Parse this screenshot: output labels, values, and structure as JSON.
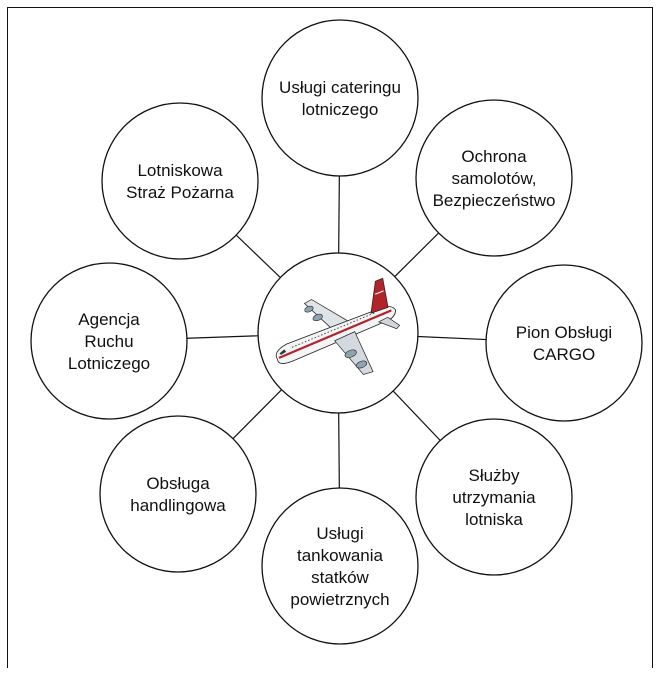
{
  "hub": {
    "icon": "airplane-icon"
  },
  "nodes": [
    {
      "id": "catering",
      "lines": [
        "Usługi cateringu",
        "lotniczego"
      ]
    },
    {
      "id": "security",
      "lines": [
        "Ochrona",
        "samolotów,",
        "Bezpieczeństwo"
      ]
    },
    {
      "id": "cargo",
      "lines": [
        "Pion Obsługi",
        "CARGO"
      ]
    },
    {
      "id": "maintenance",
      "lines": [
        "Służby",
        "utrzymania",
        "lotniska"
      ]
    },
    {
      "id": "fueling",
      "lines": [
        "Usługi",
        "tankowania",
        "statków",
        "powietrznych"
      ]
    },
    {
      "id": "handling",
      "lines": [
        "Obsługa",
        "handlingowa"
      ]
    },
    {
      "id": "atc",
      "lines": [
        "Agencja",
        "Ruchu",
        "Lotniczego"
      ]
    },
    {
      "id": "fire",
      "lines": [
        "Lotniskowa",
        "Straż Pożarna"
      ]
    }
  ]
}
